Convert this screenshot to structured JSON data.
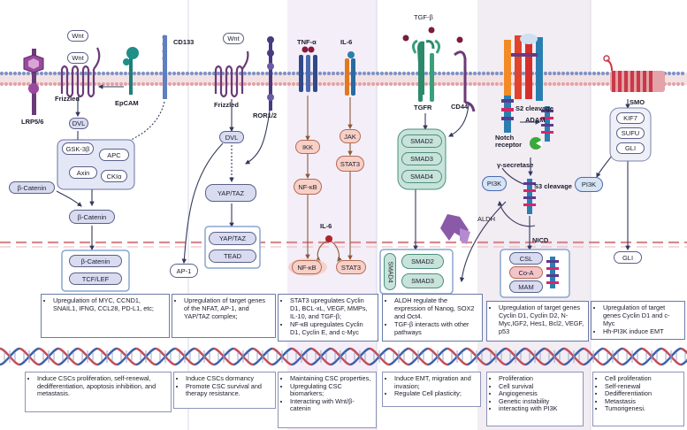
{
  "colors": {
    "membrane_pink": "#e3a3a8",
    "membrane_blue": "#7f93c7",
    "node_purple": "#d9dcf0",
    "node_green": "#c7e3da",
    "node_pink": "#f7d0c6",
    "col_tnf": "#f4eef8",
    "col_notch": "#f2ecf3"
  },
  "wnt": {
    "receptor1": "LRP5/6",
    "wnt1": "Wnt",
    "wnt2": "Wnt",
    "frizzled": "Frizzled",
    "epcam": "EpCAM",
    "cd133": "CD133",
    "dvl": "DVL",
    "complex": [
      "GSK-3β",
      "APC",
      "Axin",
      "CKIα"
    ],
    "beta_catenin_cyto": "β-Catenin",
    "beta_catenin_free": "β-Catenin",
    "nuclear": [
      "β-Catenin",
      "TCF/LEF"
    ],
    "effects": [
      "Upregulation of MYC, CCND1, SNAIL1, IFNG, CCL28, PD-L1, etc;"
    ],
    "outcomes": [
      "Induce CSCs proliferation, self-renewal, dedifferentiation, apoptosis inhibition, and metastasis."
    ]
  },
  "hippo": {
    "wnt": "Wnt",
    "frizzled": "Frizzled",
    "ror": "ROR1/2",
    "dvl": "DVL",
    "yap": "YAP/TAZ",
    "ap1": "AP-1",
    "nuclear": [
      "YAP/TAZ",
      "TEAD"
    ],
    "effects": [
      "Upregulation of target genes of the NFAT, AP-1, and YAP/TAZ complex;"
    ],
    "outcomes": [
      "Induce CSCs dormancy",
      "Promote CSC survival and therapy resistance."
    ]
  },
  "nfkb": {
    "tnf": "TNF-α",
    "il6": "IL-6",
    "ikk": "IKK",
    "nfkb": "NF-κB",
    "jak": "JAK",
    "stat3": "STAT3",
    "il6_nuc": "IL-6",
    "nfkb_nuc": "NF-κB",
    "stat3_nuc": "STAT3",
    "effects": [
      "STAT3 upregulates Cyclin D1, BCL-xL, VEGF, MMPs, IL-10, and TGF-β;",
      "NF-κB upregulates Cyclin D1, Cyclin E, and c-Myc"
    ],
    "outcomes": [
      "Maintaining CSC properties,",
      "Upregulating CSC biomarkers;",
      "Interacting with Wnt/β-catenin"
    ]
  },
  "tgf": {
    "ligand": "TGF-β",
    "receptor": "TGFR",
    "cd44": "CD44",
    "smads": [
      "SMAD2",
      "SMAD3",
      "SMAD4"
    ],
    "aldh": "ALDH",
    "nuclear": [
      "SMAD4",
      "SMAD2",
      "SMAD3"
    ],
    "effects": [
      "ALDH regulate the expression of Nanog, SOX2 and Oct4.",
      "TGF-β interacts with other pathways"
    ],
    "outcomes": [
      "Induce EMT, migration and invasion;",
      "Regulate Cell plasticity;"
    ]
  },
  "notch": {
    "receptor": "Notch receptor",
    "s2": "S2 cleavage",
    "adam": "ADAM",
    "gamma": "γ-secretase",
    "s3": "S3 cleavage",
    "pi3k": "PI3K",
    "nicd": "NICD",
    "complex": [
      "CSL",
      "Co-A",
      "MAM"
    ],
    "effects": [
      "Upregulation of target genes Cyclin D1, Cyclin D2, N-Myc,IGF2, Hes1, Bcl2, VEGF, p53"
    ],
    "outcomes": [
      "Proliferation",
      "Cell survival",
      "Angiogenesis",
      "Genetic instability",
      "interacting with PI3K"
    ]
  },
  "hh": {
    "smo": "SMO",
    "kif7": "KIF7",
    "sufu": "SUFU",
    "gli": "GLI",
    "pi3k": "PI3K",
    "gli_nuc": "GLI",
    "effects": [
      "Upregulation of target genes Cyclin D1 and c-Myc",
      "Hh-PI3K induce EMT"
    ],
    "outcomes": [
      "Cell proliferation",
      "Self-renewal",
      "Dedifferentiation",
      "Metastasis",
      "Tumorigenesi."
    ]
  }
}
